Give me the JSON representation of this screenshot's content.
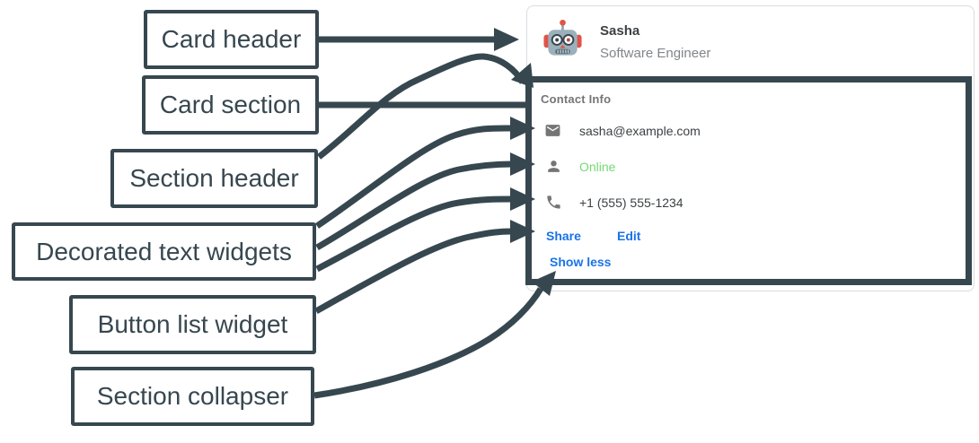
{
  "annotations": {
    "labels": [
      {
        "text": "Card header"
      },
      {
        "text": "Card section"
      },
      {
        "text": "Section header"
      },
      {
        "text": "Decorated text widgets"
      },
      {
        "text": "Button list widget"
      },
      {
        "text": "Section collapser"
      }
    ]
  },
  "card": {
    "header": {
      "avatar_icon": "robot-icon",
      "name": "Sasha",
      "subtitle": "Software Engineer"
    },
    "section": {
      "title": "Contact Info",
      "rows": [
        {
          "icon": "mail-icon",
          "text": "sasha@example.com",
          "color": "#3c4043"
        },
        {
          "icon": "person-icon",
          "text": "Online",
          "color": "#74d874"
        },
        {
          "icon": "phone-icon",
          "text": "+1 (555) 555-1234",
          "color": "#3c4043"
        }
      ],
      "buttons": [
        {
          "label": "Share"
        },
        {
          "label": "Edit"
        }
      ],
      "collapser": {
        "label": "Show less"
      }
    }
  },
  "colors": {
    "annotation_dark": "#37474f",
    "link_blue": "#1a73e8",
    "online_green": "#74d874",
    "section_title_gray": "#757575",
    "subtitle_gray": "#80868b",
    "text_dark": "#3c4043",
    "card_border_gray": "#dadce0"
  }
}
